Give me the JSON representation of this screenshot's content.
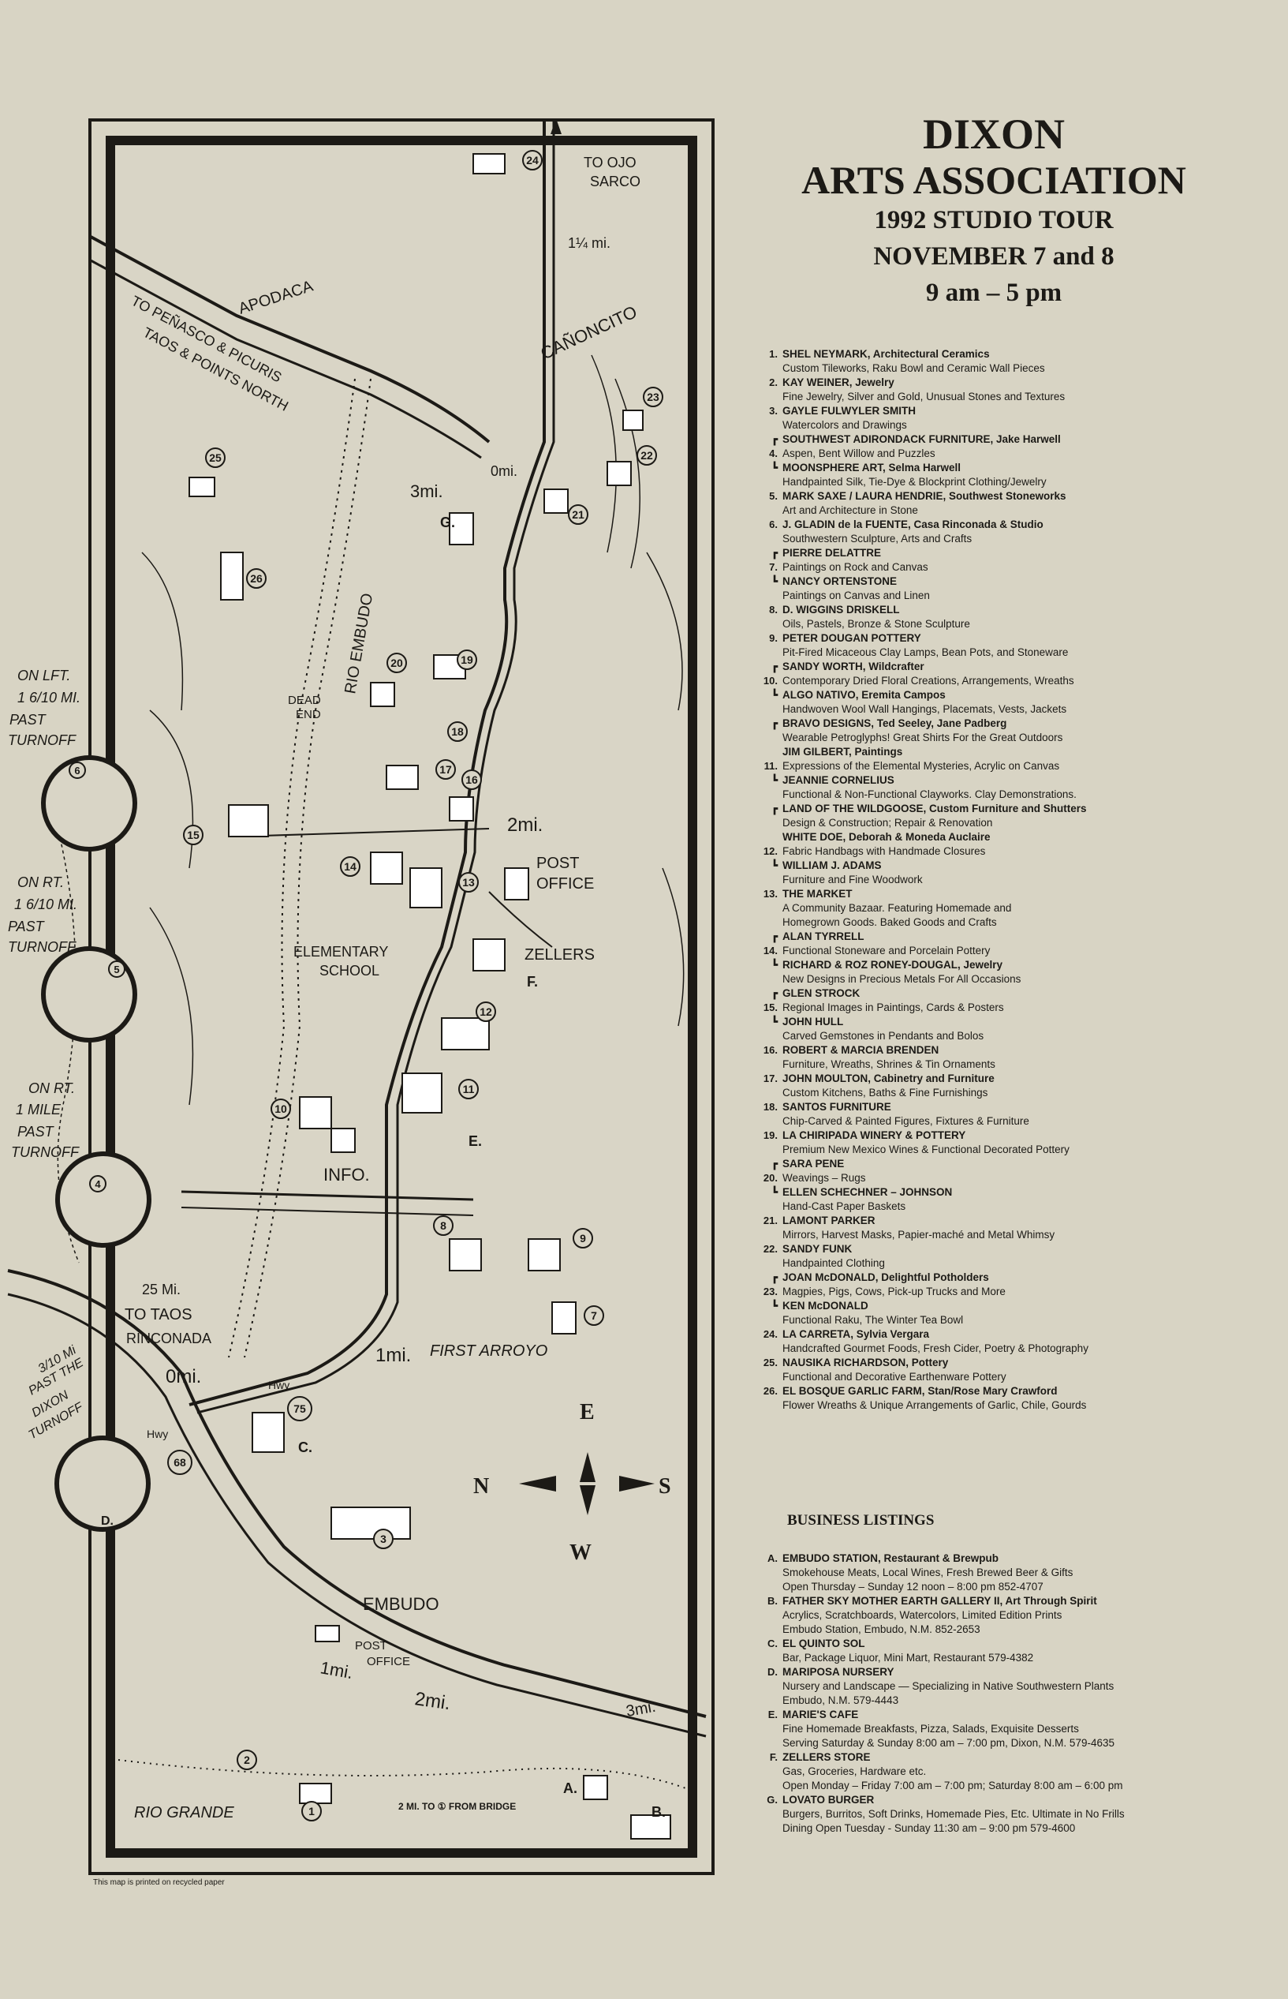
{
  "header": {
    "title_line1": "DIXON",
    "title_line2": "ARTS ASSOCIATION",
    "subtitle": "1992 STUDIO TOUR",
    "dates": "NOVEMBER 7 and 8",
    "hours": "9 am – 5 pm"
  },
  "studios": [
    {
      "num": "1.",
      "name": "SHEL NEYMARK, Architectural Ceramics",
      "desc": "Custom Tileworks, Raku Bowl and Ceramic Wall Pieces"
    },
    {
      "num": "2.",
      "name": "KAY WEINER, Jewelry",
      "desc": "Fine Jewelry, Silver and Gold, Unusual Stones and Textures"
    },
    {
      "num": "3.",
      "name": "GAYLE FULWYLER SMITH",
      "desc": "Watercolors and Drawings"
    },
    {
      "num": "┏",
      "name": "SOUTHWEST ADIRONDACK FURNITURE, Jake Harwell",
      "desc": ""
    },
    {
      "num": "4.",
      "name": "",
      "desc": "Aspen, Bent Willow and Puzzles"
    },
    {
      "num": "┗",
      "name": "MOONSPHERE ART, Selma Harwell",
      "desc": "Handpainted Silk, Tie-Dye & Blockprint Clothing/Jewelry"
    },
    {
      "num": "5.",
      "name": "MARK SAXE / LAURA HENDRIE, Southwest Stoneworks",
      "desc": "Art and Architecture in Stone"
    },
    {
      "num": "6.",
      "name": "J. GLADIN de la FUENTE, Casa Rinconada & Studio",
      "desc": "Southwestern Sculpture, Arts and Crafts"
    },
    {
      "num": "┏",
      "name": "PIERRE DELATTRE",
      "desc": ""
    },
    {
      "num": "7.",
      "name": "",
      "desc": "Paintings on Rock and Canvas"
    },
    {
      "num": "┗",
      "name": "NANCY ORTENSTONE",
      "desc": "Paintings on Canvas and Linen"
    },
    {
      "num": "8.",
      "name": "D. WIGGINS DRISKELL",
      "desc": "Oils, Pastels, Bronze & Stone Sculpture"
    },
    {
      "num": "9.",
      "name": "PETER DOUGAN POTTERY",
      "desc": "Pit-Fired Micaceous Clay Lamps, Bean Pots, and Stoneware"
    },
    {
      "num": "┏",
      "name": "SANDY WORTH, Wildcrafter",
      "desc": ""
    },
    {
      "num": "10.",
      "name": "",
      "desc": "Contemporary Dried Floral Creations, Arrangements, Wreaths"
    },
    {
      "num": "┗",
      "name": "ALGO NATIVO, Eremita Campos",
      "desc": "Handwoven Wool Wall Hangings, Placemats, Vests, Jackets"
    },
    {
      "num": "┏",
      "name": "BRAVO DESIGNS, Ted Seeley, Jane Padberg",
      "desc": "Wearable Petroglyphs! Great Shirts For the Great Outdoors"
    },
    {
      "num": "",
      "name": "JIM GILBERT, Paintings",
      "desc": ""
    },
    {
      "num": "11.",
      "name": "",
      "desc": "Expressions of the Elemental Mysteries, Acrylic on Canvas"
    },
    {
      "num": "┗",
      "name": "JEANNIE CORNELIUS",
      "desc": "Functional & Non-Functional Clayworks. Clay Demonstrations."
    },
    {
      "num": "┏",
      "name": "LAND OF THE WILDGOOSE, Custom Furniture and Shutters",
      "desc": "Design & Construction; Repair & Renovation"
    },
    {
      "num": "",
      "name": "WHITE DOE, Deborah & Moneda Auclaire",
      "desc": ""
    },
    {
      "num": "12.",
      "name": "",
      "desc": "Fabric Handbags with Handmade Closures"
    },
    {
      "num": "┗",
      "name": "WILLIAM J. ADAMS",
      "desc": "Furniture and Fine Woodwork"
    },
    {
      "num": "13.",
      "name": "THE MARKET",
      "desc": "A Community Bazaar. Featuring Homemade and"
    },
    {
      "num": "",
      "name": "",
      "desc": "Homegrown Goods. Baked Goods and Crafts"
    },
    {
      "num": "┏",
      "name": "ALAN TYRRELL",
      "desc": ""
    },
    {
      "num": "14.",
      "name": "",
      "desc": "Functional Stoneware and Porcelain Pottery"
    },
    {
      "num": "┗",
      "name": "RICHARD & ROZ RONEY-DOUGAL, Jewelry",
      "desc": "New Designs in Precious Metals For All Occasions"
    },
    {
      "num": "┏",
      "name": "GLEN STROCK",
      "desc": ""
    },
    {
      "num": "15.",
      "name": "",
      "desc": "Regional Images in Paintings, Cards & Posters"
    },
    {
      "num": "┗",
      "name": "JOHN HULL",
      "desc": "Carved Gemstones in Pendants and Bolos"
    },
    {
      "num": "16.",
      "name": "ROBERT & MARCIA BRENDEN",
      "desc": "Furniture, Wreaths, Shrines & Tin Ornaments"
    },
    {
      "num": "17.",
      "name": "JOHN MOULTON, Cabinetry and Furniture",
      "desc": "Custom Kitchens, Baths & Fine Furnishings"
    },
    {
      "num": "18.",
      "name": "SANTOS FURNITURE",
      "desc": "Chip-Carved & Painted Figures, Fixtures & Furniture"
    },
    {
      "num": "19.",
      "name": "LA CHIRIPADA WINERY & POTTERY",
      "desc": "Premium New Mexico Wines & Functional Decorated Pottery"
    },
    {
      "num": "┏",
      "name": "SARA PENE",
      "desc": ""
    },
    {
      "num": "20.",
      "name": "",
      "desc": "Weavings – Rugs"
    },
    {
      "num": "┗",
      "name": "ELLEN SCHECHNER – JOHNSON",
      "desc": "Hand-Cast Paper Baskets"
    },
    {
      "num": "21.",
      "name": "LAMONT PARKER",
      "desc": "Mirrors, Harvest Masks, Papier-maché and Metal Whimsy"
    },
    {
      "num": "22.",
      "name": "SANDY FUNK",
      "desc": "Handpainted Clothing"
    },
    {
      "num": "┏",
      "name": "JOAN McDONALD, Delightful Potholders",
      "desc": ""
    },
    {
      "num": "23.",
      "name": "",
      "desc": "Magpies, Pigs, Cows, Pick-up Trucks and More"
    },
    {
      "num": "┗",
      "name": "KEN McDONALD",
      "desc": "Functional Raku, The Winter Tea Bowl"
    },
    {
      "num": "24.",
      "name": "LA CARRETA, Sylvia Vergara",
      "desc": "Handcrafted Gourmet Foods, Fresh Cider, Poetry & Photography"
    },
    {
      "num": "25.",
      "name": "NAUSIKA RICHARDSON, Pottery",
      "desc": "Functional and Decorative Earthenware Pottery"
    },
    {
      "num": "26.",
      "name": "EL BOSQUE GARLIC FARM, Stan/Rose Mary Crawford",
      "desc": "Flower Wreaths & Unique Arrangements of Garlic, Chile, Gourds"
    }
  ],
  "business": {
    "heading": "BUSINESS LISTINGS",
    "items": [
      {
        "num": "A.",
        "name": "EMBUDO STATION, Restaurant & Brewpub",
        "lines": [
          "Smokehouse Meats, Local Wines, Fresh Brewed Beer & Gifts",
          "Open Thursday – Sunday   12 noon – 8:00 pm   852-4707"
        ]
      },
      {
        "num": "B.",
        "name": "FATHER SKY MOTHER EARTH GALLERY II, Art Through Spirit",
        "lines": [
          "Acrylics, Scratchboards, Watercolors, Limited Edition Prints",
          "Embudo Station, Embudo, N.M.   852-2653"
        ]
      },
      {
        "num": "C.",
        "name": "EL QUINTO SOL",
        "lines": [
          "Bar, Package Liquor, Mini Mart, Restaurant      579-4382"
        ]
      },
      {
        "num": "D.",
        "name": "MARIPOSA NURSERY",
        "lines": [
          "Nursery and Landscape — Specializing in Native Southwestern Plants",
          "Embudo, N.M.   579-4443"
        ]
      },
      {
        "num": "E.",
        "name": "MARIE'S CAFE",
        "lines": [
          "Fine Homemade Breakfasts, Pizza, Salads, Exquisite Desserts",
          "Serving Saturday & Sunday   8:00 am – 7:00 pm, Dixon, N.M.   579-4635"
        ]
      },
      {
        "num": "F.",
        "name": "ZELLERS STORE",
        "lines": [
          "Gas, Groceries, Hardware etc.",
          "Open Monday – Friday 7:00 am – 7:00 pm;   Saturday 8:00 am – 6:00 pm"
        ]
      },
      {
        "num": "G.",
        "name": "LOVATO BURGER",
        "lines": [
          "Burgers, Burritos, Soft Drinks, Homemade Pies, Etc. Ultimate in No Frills",
          "Dining   Open Tuesday - Sunday 11:30 am – 9:00 pm   579-4600"
        ]
      }
    ]
  },
  "map": {
    "labels": {
      "to_ojo_sarco": "TO OJO",
      "to_ojo_sarco2": "SARCO",
      "mi_1_25": "1¼ mi.",
      "apodaca": "APODACA",
      "canoncito": "CAÑONCITO",
      "to_penasco": "TO PEÑASCO & PICURIS",
      "taos_points": "TAOS & POINTS NORTH",
      "mi3": "3mi.",
      "mi0_top": "0mi.",
      "g": "G.",
      "rio_embudo": "RIO EMBUDO",
      "dead_end": "DEAD",
      "dead_end2": "END",
      "mi2": "2mi.",
      "post_office": "POST",
      "post_office2": "OFFICE",
      "elementary": "ELEMENTARY",
      "school": "SCHOOL",
      "zellers": "ZELLERS",
      "f": "F.",
      "e": "E.",
      "info": "INFO.",
      "mi25": "25 Mi.",
      "to_taos": "TO TAOS",
      "rinconada": "RINCONADA",
      "mi0": "0mi.",
      "hwy": "Hwy",
      "hwy2": "Hwy",
      "mi1": "1mi.",
      "first_arroyo": "FIRST ARROYO",
      "c": "C.",
      "d": "D.",
      "embudo": "EMBUDO",
      "post_office_b": "POST",
      "post_office_b2": "OFFICE",
      "mi1b": "1mi.",
      "mi2b": "2mi.",
      "mi3b": "3mi.",
      "rio_grande": "RIO GRANDE",
      "from_bridge": "2 MI. TO ① FROM BRIDGE",
      "a": "A.",
      "b": "B.",
      "hwy75": "75",
      "hwy68": "68",
      "compass_e": "E",
      "compass_w": "W",
      "compass_n": "N",
      "compass_s": "S",
      "onlft": "ON LFT.",
      "onlft2": "1 6/10 MI.",
      "onlft3": "PAST",
      "onlft4": "TURNOFF",
      "onrt": "ON RT.",
      "onrt2": "1 6/10 MI.",
      "onrt3": "PAST",
      "onrt4": "TURNOFF",
      "onrt_b": "ON RT.",
      "onrt_b2": "1 MILE",
      "onrt_b3": "PAST",
      "onrt_b4": "TURNOFF",
      "past_dixon": "3/10 Mi",
      "past_dixon2": "PAST THE",
      "past_dixon3": "DIXON",
      "past_dixon4": "TURNOFF"
    },
    "footnote": "This map is printed on recycled paper"
  }
}
